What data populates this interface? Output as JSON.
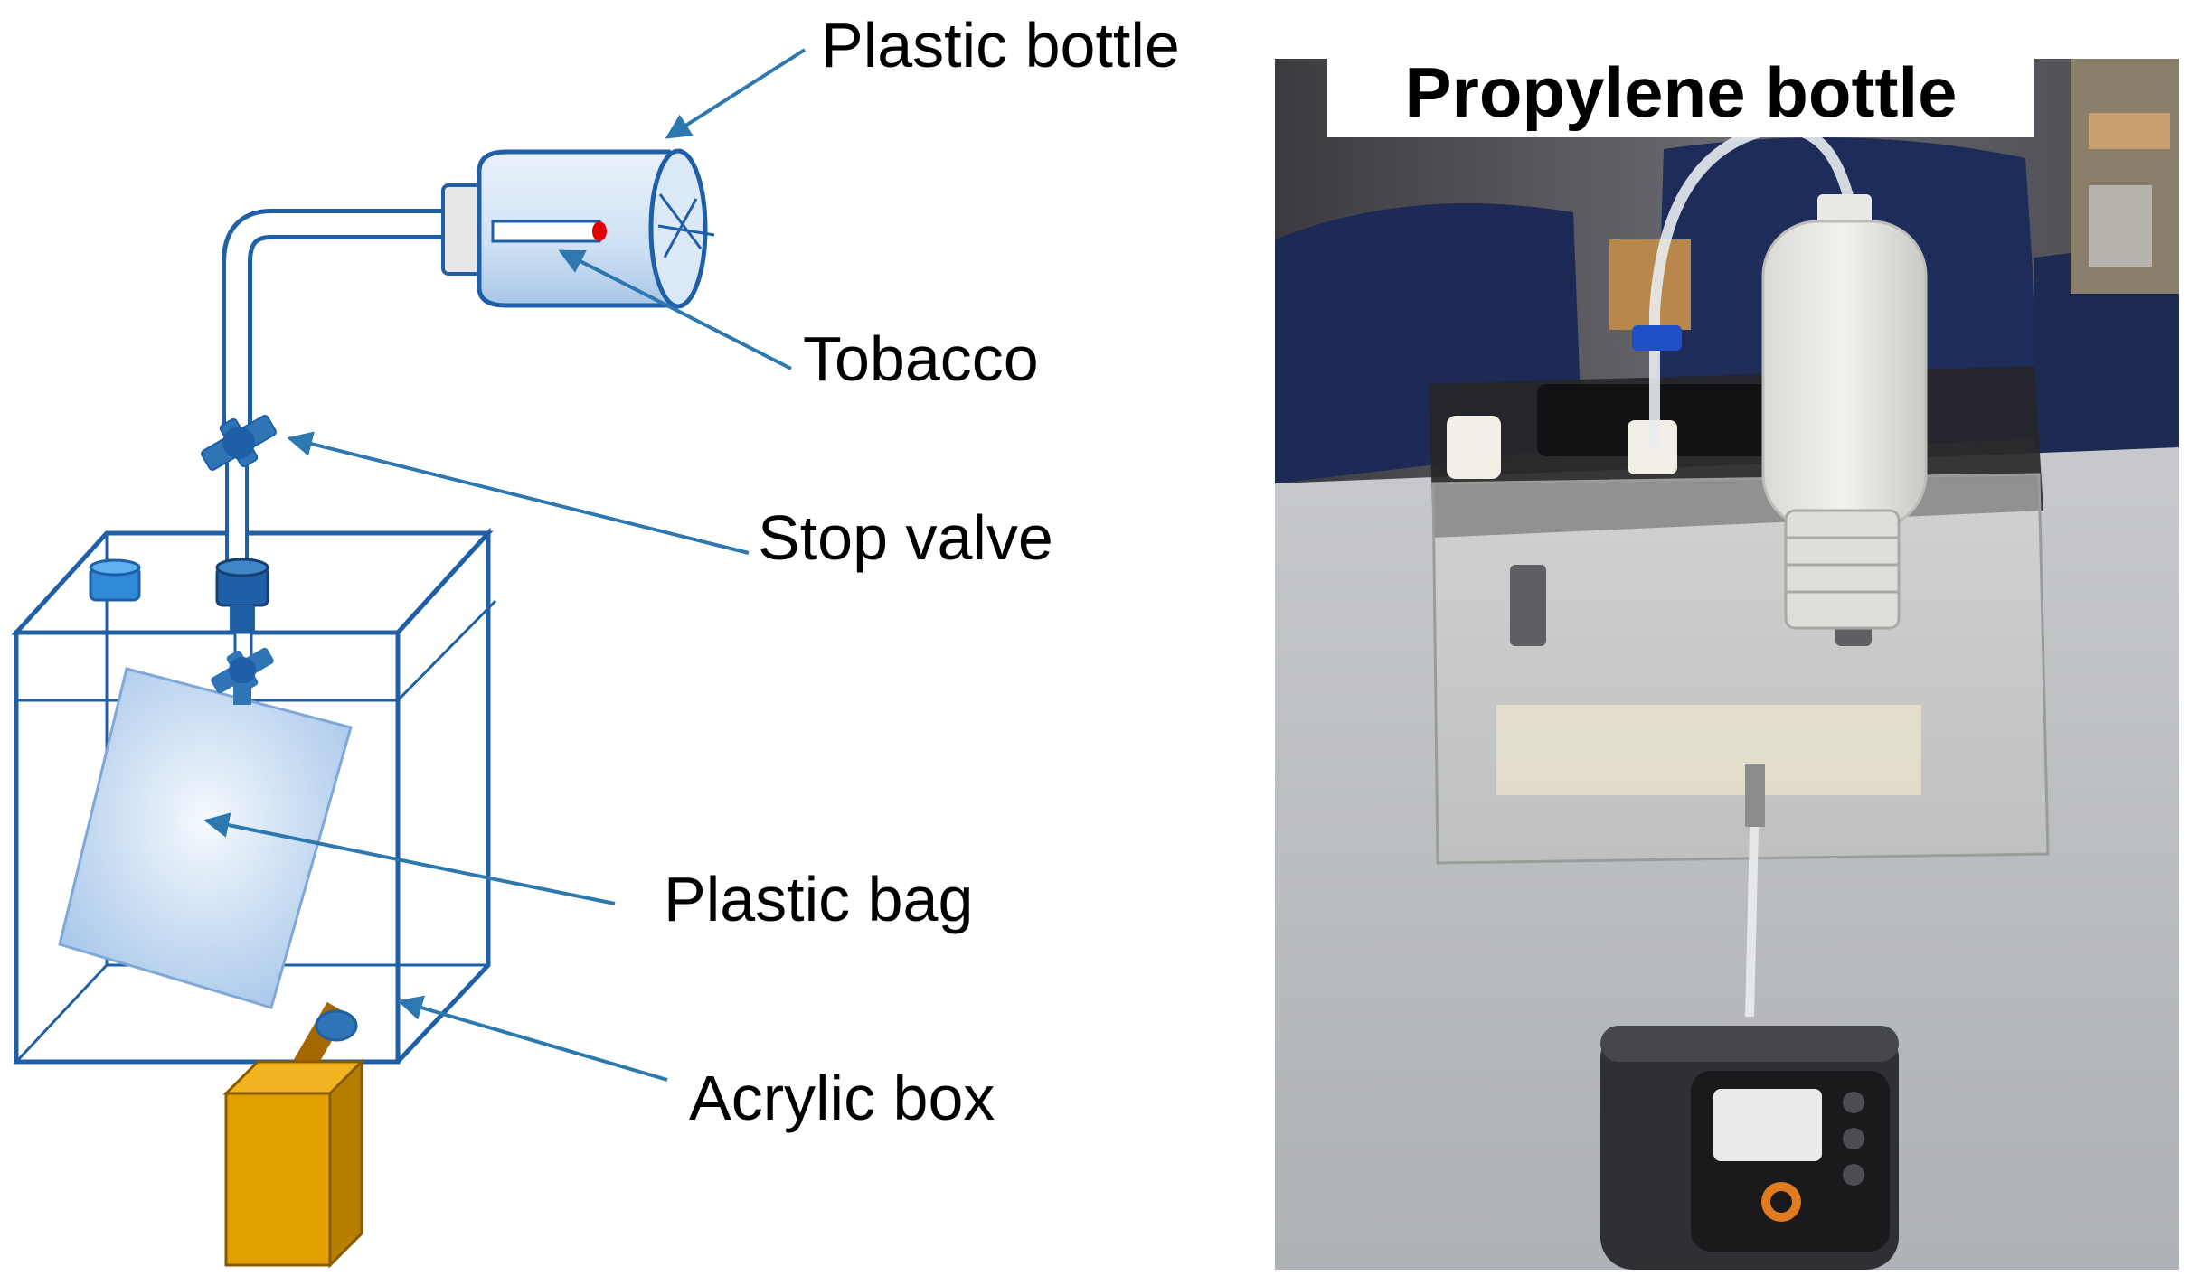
{
  "diagram": {
    "labels": {
      "plastic_bottle": "Plastic bottle",
      "tobacco": "Tobacco",
      "stop_valve": "Stop valve",
      "plastic_bag": "Plastic bag",
      "acrylic_box": "Acrylic box"
    }
  },
  "photo": {
    "title": "Propylene bottle"
  },
  "colors": {
    "arrow": "#2e78b0",
    "outline": "#1f5fa8",
    "valve": "#2f75b5",
    "pump": "#e1a000",
    "bag": "#a9c8ea",
    "tobacco_tip": "#e00000"
  }
}
